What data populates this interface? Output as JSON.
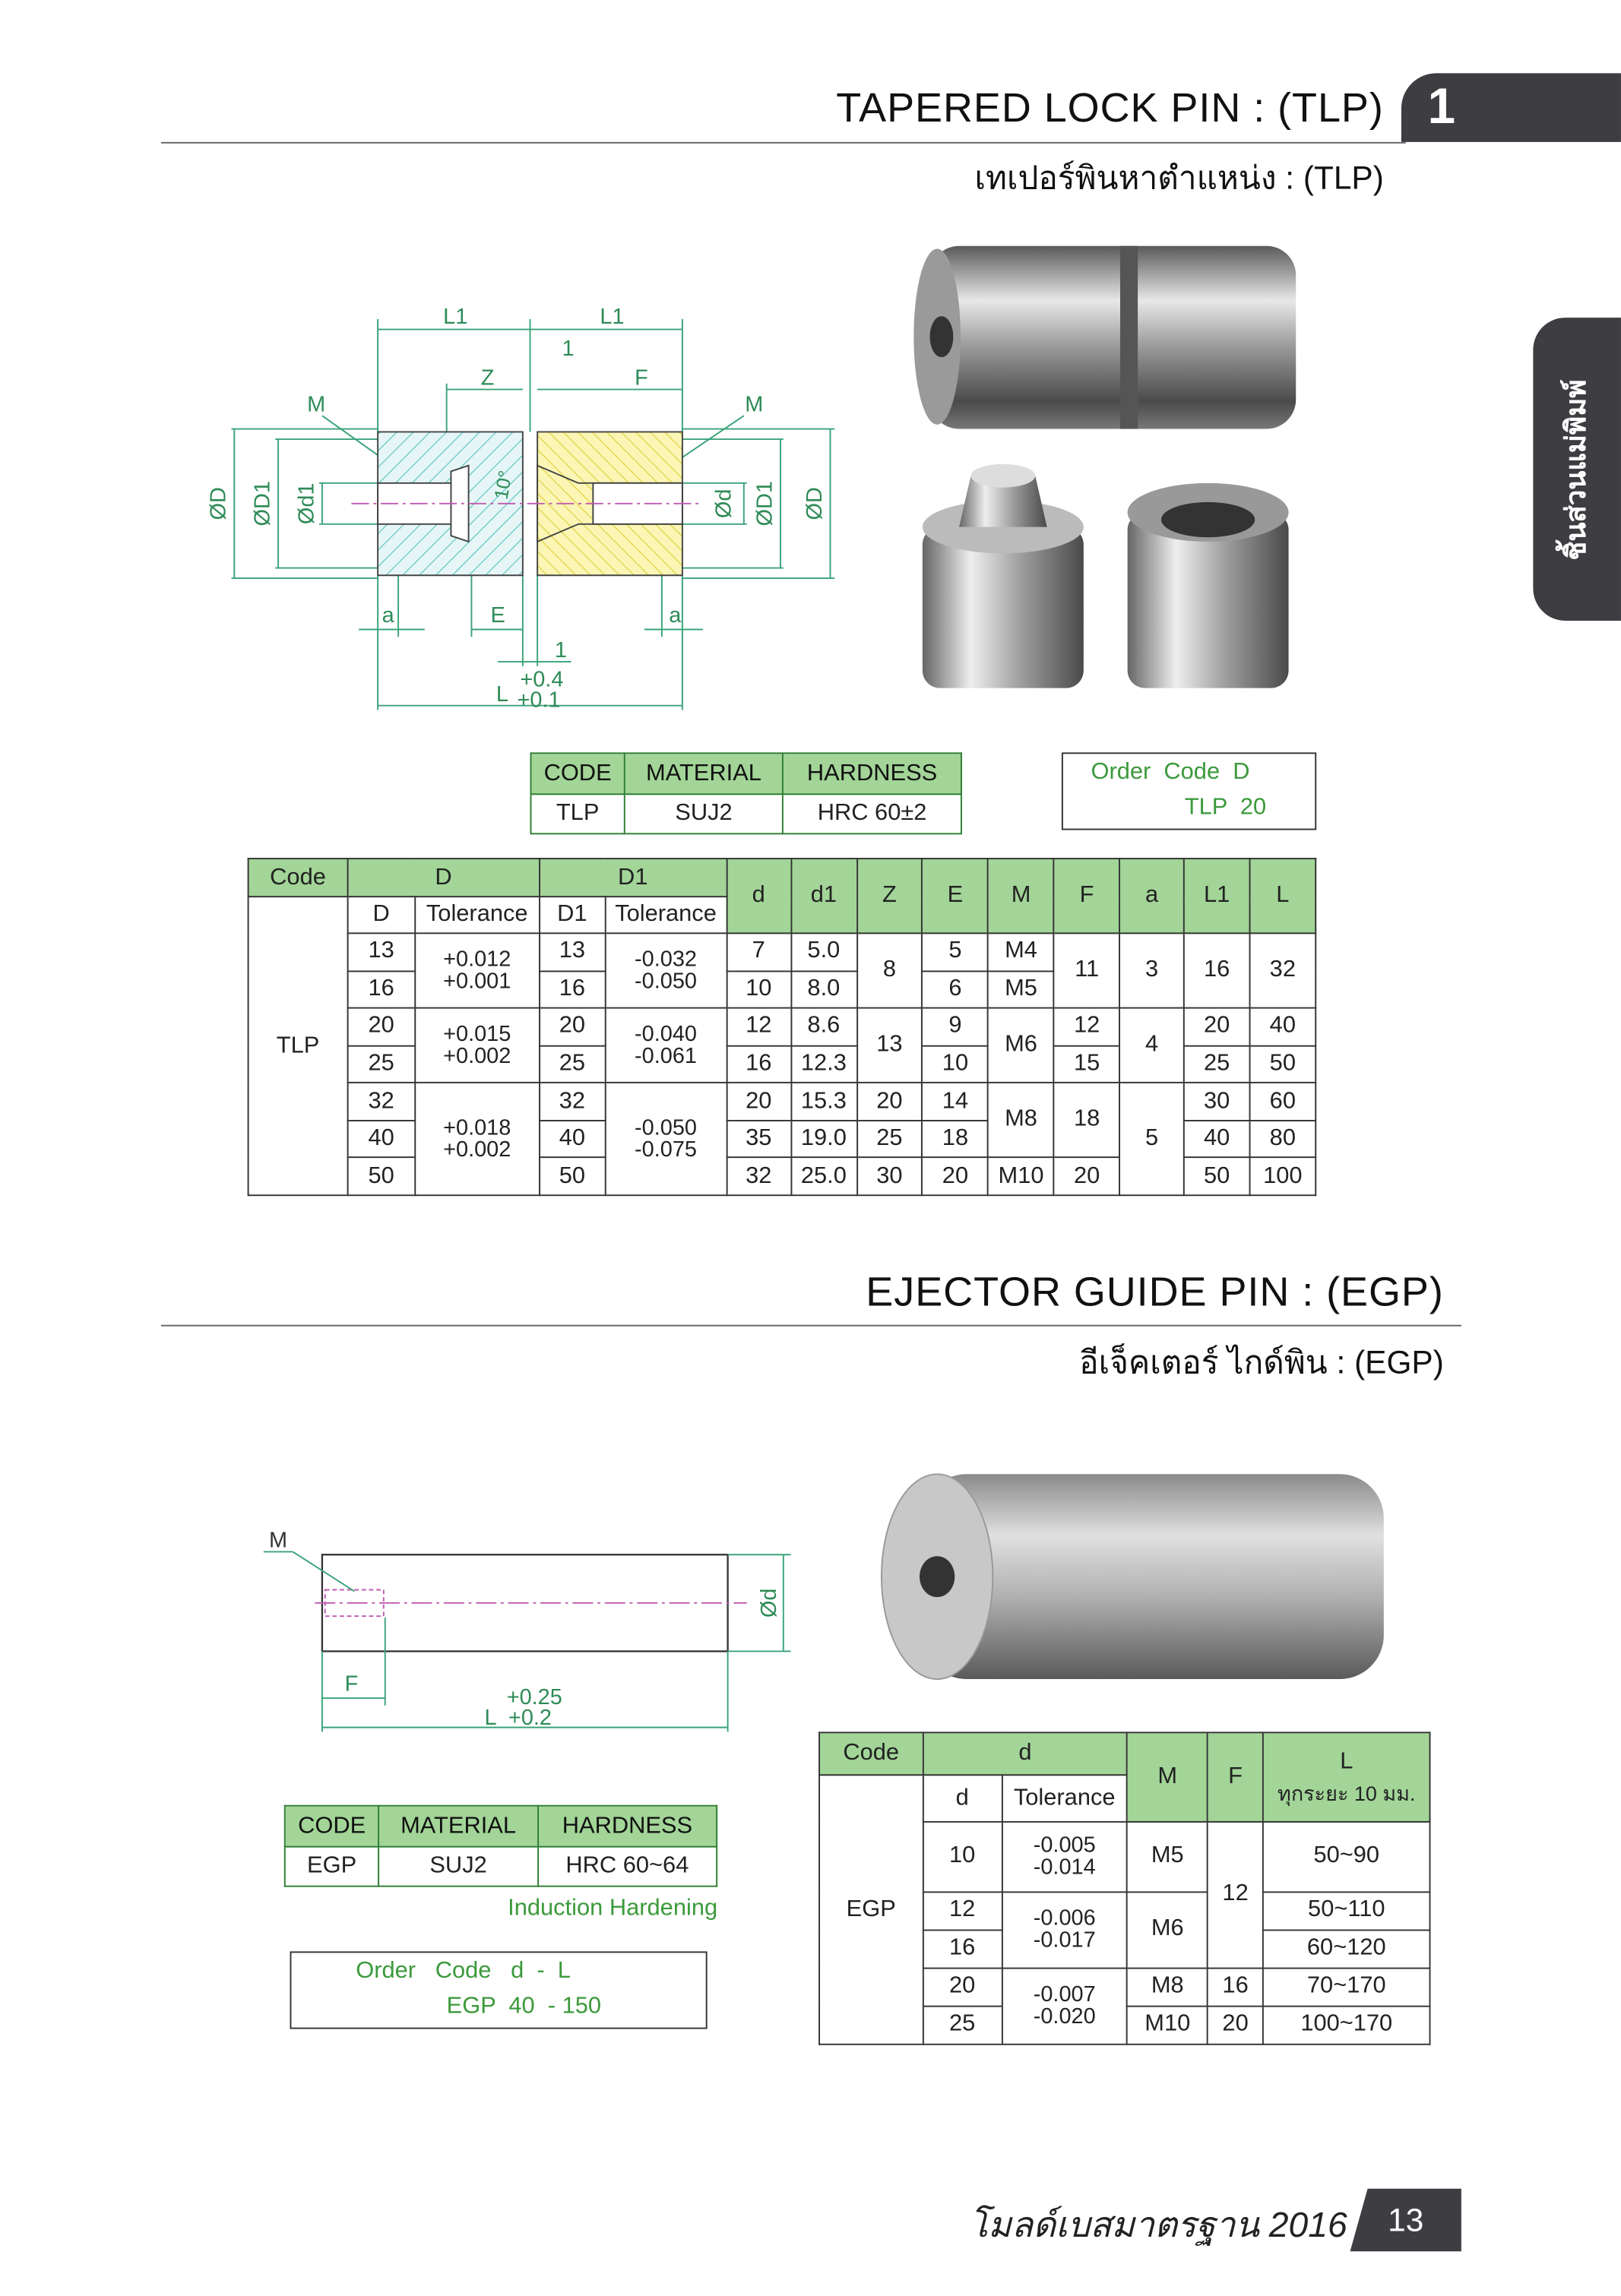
{
  "side_tab": {
    "label": "ชิ้นส่วนแม่พิมพ์"
  },
  "tlp": {
    "title": "TAPERED LOCK PIN : (TLP)",
    "subtitle": "เทเปอร์พินหาตำแหน่ง : (TLP)",
    "section_number": "1",
    "drawing_labels": {
      "L1a": "L1",
      "L1b": "L1",
      "one_top": "1",
      "Z": "Z",
      "F": "F",
      "M_left": "M",
      "M_right": "M",
      "OD": "ØD",
      "OD1": "ØD1",
      "Od1": "Ød1",
      "angle": "10°",
      "Od": "Ød",
      "OD1_r": "ØD1",
      "OD_r": "ØD",
      "a_left": "a",
      "E": "E",
      "a_right": "a",
      "one_bottom": "1",
      "L": "L",
      "L_tol_upper": "+0.4",
      "L_tol_lower": "+0.1"
    },
    "spec": {
      "headers": [
        "CODE",
        "MATERIAL",
        "HARDNESS"
      ],
      "values": [
        "TLP",
        "SUJ2",
        "HRC 60±2"
      ]
    },
    "order": {
      "label": "Order  Code  D",
      "example": "TLP  20"
    },
    "table": {
      "headers": {
        "code": "Code",
        "D": "D",
        "D1": "D1",
        "d": "d",
        "d1": "d1",
        "Z": "Z",
        "E": "E",
        "M": "M",
        "F": "F",
        "a": "a",
        "L1": "L1",
        "L": "L",
        "sub_D": "D",
        "sub_D_tol": "Tolerance",
        "sub_D1": "D1",
        "sub_D1_tol": "Tolerance"
      },
      "code": "TLP",
      "D": [
        "13",
        "16",
        "20",
        "25",
        "32",
        "40",
        "50"
      ],
      "D_tol": [
        [
          "+0.012",
          "+0.001"
        ],
        [
          "+0.015",
          "+0.002"
        ],
        [
          "+0.018",
          "+0.002"
        ]
      ],
      "D1": [
        "13",
        "16",
        "20",
        "25",
        "32",
        "40",
        "50"
      ],
      "D1_tol": [
        [
          "-0.032",
          "-0.050"
        ],
        [
          "-0.040",
          "-0.061"
        ],
        [
          "-0.050",
          "-0.075"
        ]
      ],
      "d": [
        "7",
        "10",
        "12",
        "16",
        "20",
        "35",
        "32"
      ],
      "d1": [
        "5.0",
        "8.0",
        "8.6",
        "12.3",
        "15.3",
        "19.0",
        "25.0"
      ],
      "Z": [
        "8",
        "13",
        "20",
        "25",
        "30"
      ],
      "E": [
        "5",
        "6",
        "9",
        "10",
        "14",
        "18",
        "20"
      ],
      "M": [
        "M4",
        "M5",
        "M6",
        "M8",
        "M10"
      ],
      "F": [
        "11",
        "12",
        "15",
        "18",
        "20"
      ],
      "a": [
        "3",
        "4",
        "5"
      ],
      "L1": [
        "16",
        "16",
        "20",
        "25",
        "30",
        "40",
        "50"
      ],
      "L": [
        "32",
        "32",
        "40",
        "50",
        "60",
        "80",
        "100"
      ]
    }
  },
  "egp": {
    "title": "EJECTOR GUIDE PIN : (EGP)",
    "subtitle": "อีเจ็คเตอร์ ไกด์พิน : (EGP)",
    "drawing_labels": {
      "M": "M",
      "Od": "Ød",
      "F": "F",
      "L": "L",
      "L_tol_upper": "+0.25",
      "L_tol_lower": "+0.2"
    },
    "spec": {
      "headers": [
        "CODE",
        "MATERIAL",
        "HARDNESS"
      ],
      "values": [
        "EGP",
        "SUJ2",
        "HRC 60~64"
      ],
      "note": "Induction Hardening"
    },
    "order": {
      "label": "Order   Code   d  -  L",
      "example": "EGP  40  - 150"
    },
    "table": {
      "headers": {
        "code": "Code",
        "d": "d",
        "M": "M",
        "F": "F",
        "L": "L",
        "L_note": "ทุกระยะ 10 มม.",
        "sub_d": "d",
        "sub_tol": "Tolerance"
      },
      "code": "EGP",
      "d": [
        "10",
        "12",
        "16",
        "20",
        "25"
      ],
      "tol": [
        [
          "-0.005",
          "-0.014"
        ],
        [
          "-0.006",
          "-0.017"
        ],
        [
          "-0.007",
          "-0.020"
        ]
      ],
      "M": [
        "M5",
        "M6",
        "M8",
        "M10"
      ],
      "F": [
        "12",
        "16",
        "20"
      ],
      "L": [
        "50~90",
        "50~110",
        "60~120",
        "70~170",
        "100~170"
      ]
    }
  },
  "footer": {
    "text": "โมลด์เบสมาตรฐาน 2016",
    "page_number": "13"
  }
}
